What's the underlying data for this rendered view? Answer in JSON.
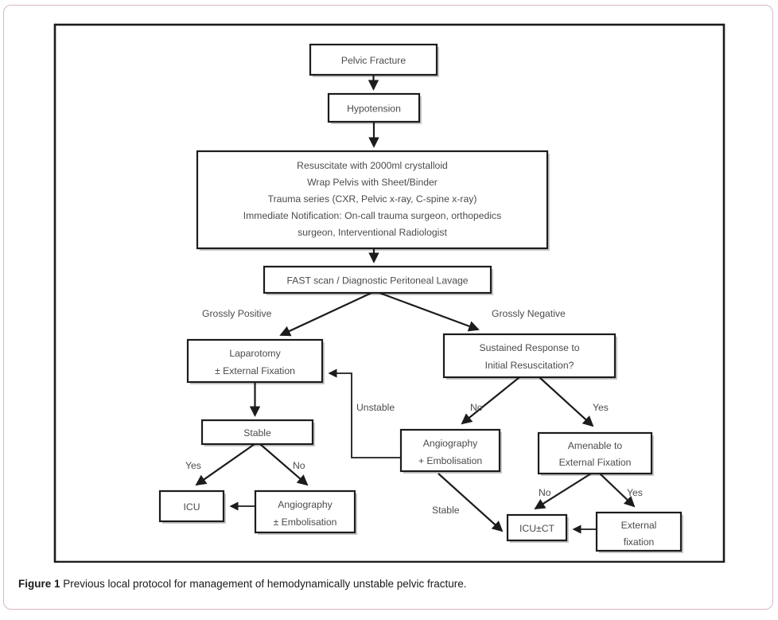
{
  "figure": {
    "caption_label": "Figure 1",
    "caption_text": " Previous local protocol for management of hemodynamically unstable pelvic fracture.",
    "border_color": "#d8b6cb",
    "frame_color": "#1c1c1c",
    "text_color": "#4b4b4b"
  },
  "chart_data": {
    "type": "diagram",
    "title": "Previous local protocol for management of hemodynamically unstable pelvic fracture",
    "nodes": [
      {
        "id": "pelvic_fracture",
        "lines": [
          "Pelvic Fracture"
        ]
      },
      {
        "id": "hypotension",
        "lines": [
          "Hypotension"
        ]
      },
      {
        "id": "resuscitate",
        "lines": [
          "Resuscitate with 2000ml crystalloid",
          "Wrap Pelvis with Sheet/Binder",
          "Trauma series (CXR, Pelvic x-ray, C-spine x-ray)",
          "Immediate Notification: On-call trauma surgeon, orthopedics",
          "surgeon, Interventional Radiologist"
        ]
      },
      {
        "id": "fast_scan",
        "lines": [
          "FAST scan / Diagnostic Peritoneal Lavage"
        ]
      },
      {
        "id": "laparotomy",
        "lines": [
          "Laparotomy",
          "± External Fixation"
        ]
      },
      {
        "id": "stable",
        "lines": [
          "Stable"
        ]
      },
      {
        "id": "icu",
        "lines": [
          "ICU"
        ]
      },
      {
        "id": "angio_embolisation_left",
        "lines": [
          "Angiography",
          "± Embolisation"
        ]
      },
      {
        "id": "sustained_response",
        "lines": [
          "Sustained Response to",
          "Initial Resuscitation?"
        ]
      },
      {
        "id": "angiography_embolisation_right",
        "lines": [
          "Angiography",
          "+ Embolisation"
        ]
      },
      {
        "id": "amenable_extfix",
        "lines": [
          "Amenable to",
          "External Fixation"
        ]
      },
      {
        "id": "icu_ct",
        "lines": [
          "ICU±CT"
        ]
      },
      {
        "id": "external_fixation",
        "lines": [
          "External",
          "fixation"
        ]
      }
    ],
    "edges": [
      {
        "from": "pelvic_fracture",
        "to": "hypotension",
        "label": ""
      },
      {
        "from": "hypotension",
        "to": "resuscitate",
        "label": ""
      },
      {
        "from": "resuscitate",
        "to": "fast_scan",
        "label": ""
      },
      {
        "from": "fast_scan",
        "to": "laparotomy",
        "label": "Grossly Positive"
      },
      {
        "from": "fast_scan",
        "to": "sustained_response",
        "label": "Grossly Negative"
      },
      {
        "from": "laparotomy",
        "to": "stable",
        "label": ""
      },
      {
        "from": "stable",
        "to": "icu",
        "label": "Yes"
      },
      {
        "from": "stable",
        "to": "angio_embolisation_left",
        "label": "No"
      },
      {
        "from": "angio_embolisation_left",
        "to": "icu",
        "label": ""
      },
      {
        "from": "sustained_response",
        "to": "angiography_embolisation_right",
        "label": "No"
      },
      {
        "from": "sustained_response",
        "to": "amenable_extfix",
        "label": "Yes"
      },
      {
        "from": "angiography_embolisation_right",
        "to": "laparotomy",
        "label": "Unstable"
      },
      {
        "from": "angiography_embolisation_right",
        "to": "icu_ct",
        "label": "Stable"
      },
      {
        "from": "amenable_extfix",
        "to": "icu_ct",
        "label": "No"
      },
      {
        "from": "amenable_extfix",
        "to": "external_fixation",
        "label": "Yes"
      },
      {
        "from": "external_fixation",
        "to": "icu_ct",
        "label": ""
      }
    ],
    "labels": {
      "grossly_positive": "Grossly Positive",
      "grossly_negative": "Grossly Negative",
      "unstable": "Unstable",
      "stable_branch": "Stable",
      "yes_stable": "Yes",
      "no_stable": "No",
      "no_sustained": "No",
      "yes_sustained": "Yes",
      "no_amenable": "No",
      "yes_amenable": "Yes"
    }
  }
}
